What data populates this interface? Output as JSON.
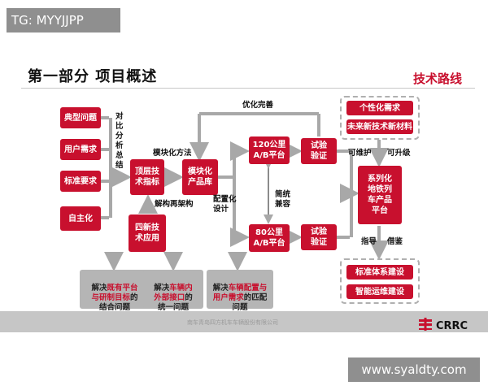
{
  "watermarks": {
    "top_left": "TG: MYYJJPP",
    "bottom_right": "www.syaldty.com"
  },
  "header": {
    "title": "第一部分  项目概述",
    "route_label": "技术路线"
  },
  "colors": {
    "brand_red": "#c8102e",
    "arrow_gray": "#a8a8a8",
    "gray_box": "#b5b5b5"
  },
  "nodes": {
    "typical": "典型问题",
    "user_demand": "用户需求",
    "standard": "标准要求",
    "autonomy": "自主化",
    "top_indicator": "顶层技\n术指标",
    "four_new": "四新技\n术应用",
    "module_lib": "模块化\n产品库",
    "platform120": "120公里\nA/B平台",
    "platform80": "80公里\nA/B平台",
    "test1": "试验\n验证",
    "test2": "试验\n验证",
    "series": "系列化\n地铁列\n车产品\n平台",
    "personal": "个性化需求",
    "new_tech": "未来新技术新材料",
    "standard_sys": "标准体系建设",
    "smart_ops": "智能运维建设"
  },
  "labels": {
    "compare": "对比分析总结",
    "modular_method": "模块化方法",
    "deconstruct": "解构再架构",
    "optimize": "优化完善",
    "config_design": "配置化\n设计",
    "simplify": "简统\n兼容",
    "maintainable": "可维护",
    "upgradable": "可升级",
    "guide": "指导",
    "reference": "借鉴"
  },
  "bottom_boxes": [
    {
      "prefix": "解决",
      "highlight": "既有平台\n与研制目标",
      "suffix": "的\n结合问题"
    },
    {
      "prefix": "解决",
      "highlight": "车辆内\n外部接口",
      "suffix": "的\n统一问题"
    },
    {
      "prefix": "解决",
      "highlight": "车辆配置与\n用户需求",
      "suffix": "的匹配\n问题"
    }
  ],
  "footer": {
    "text": "南车青岛四方机车车辆股份有限公司",
    "brand": "CRRC"
  }
}
